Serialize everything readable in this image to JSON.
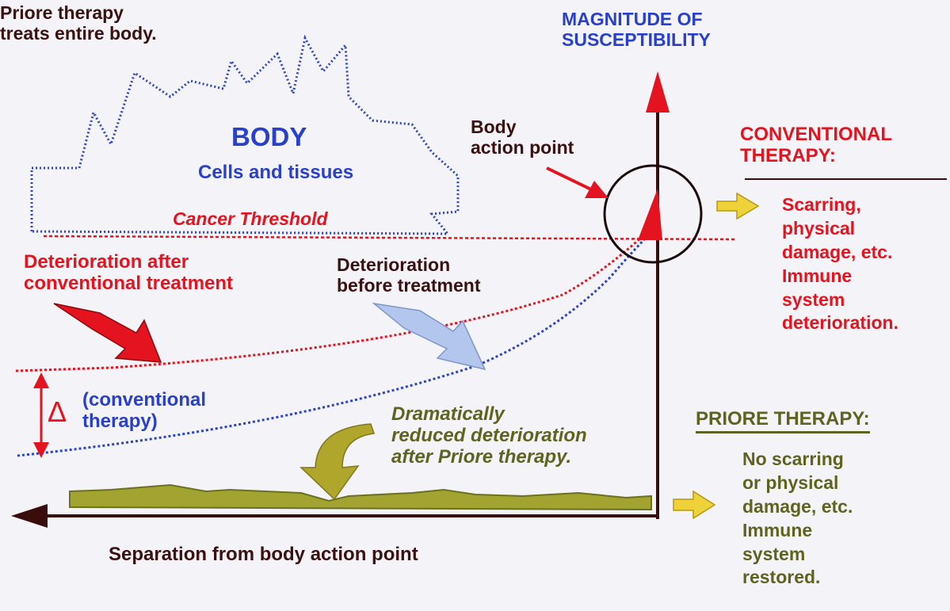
{
  "texts": {
    "priore_treats": [
      "Priore therapy",
      "treats entire body."
    ],
    "magnitude": [
      "MAGNITUDE OF",
      "SUSCEPTIBILITY"
    ],
    "body_title": "BODY",
    "body_subtitle": "Cells and tissues",
    "body_action_point": [
      "Body",
      "action point"
    ],
    "cancer_threshold": "Cancer Threshold",
    "conventional_therapy_title": [
      "CONVENTIONAL",
      "THERAPY:"
    ],
    "conventional_effects": [
      "Scarring,",
      "physical",
      "damage, etc.",
      "Immune",
      "system",
      "deterioration."
    ],
    "deterioration_after": [
      "Deterioration after",
      "conventional treatment"
    ],
    "deterioration_before": [
      "Deterioration",
      "before treatment"
    ],
    "delta_symbol": "Δ",
    "delta_label": [
      "(conventional",
      "therapy)"
    ],
    "dramatically_reduced": [
      "Dramatically",
      "reduced deterioration",
      "after Priore therapy."
    ],
    "priore_therapy_title": "PRIORE THERAPY:",
    "priore_effects": [
      "No scarring",
      "or physical",
      "damage, etc.",
      "Immune",
      "system",
      "restored."
    ],
    "x_axis_label": "Separation from body action point"
  },
  "colors": {
    "red": "#e3141f",
    "blue": "#2940c8",
    "dark": "#3a1010",
    "olive": "#5e6420",
    "olive_fill": "#a3a332",
    "yellow_arrow": "#efd23a",
    "light_blue_arrow": "#b3c6ee"
  },
  "icons": [
    "yellow-right-arrow-icon",
    "curved-down-arrow-icon",
    "red-up-arrow-icon",
    "dark-left-arrow-icon"
  ]
}
